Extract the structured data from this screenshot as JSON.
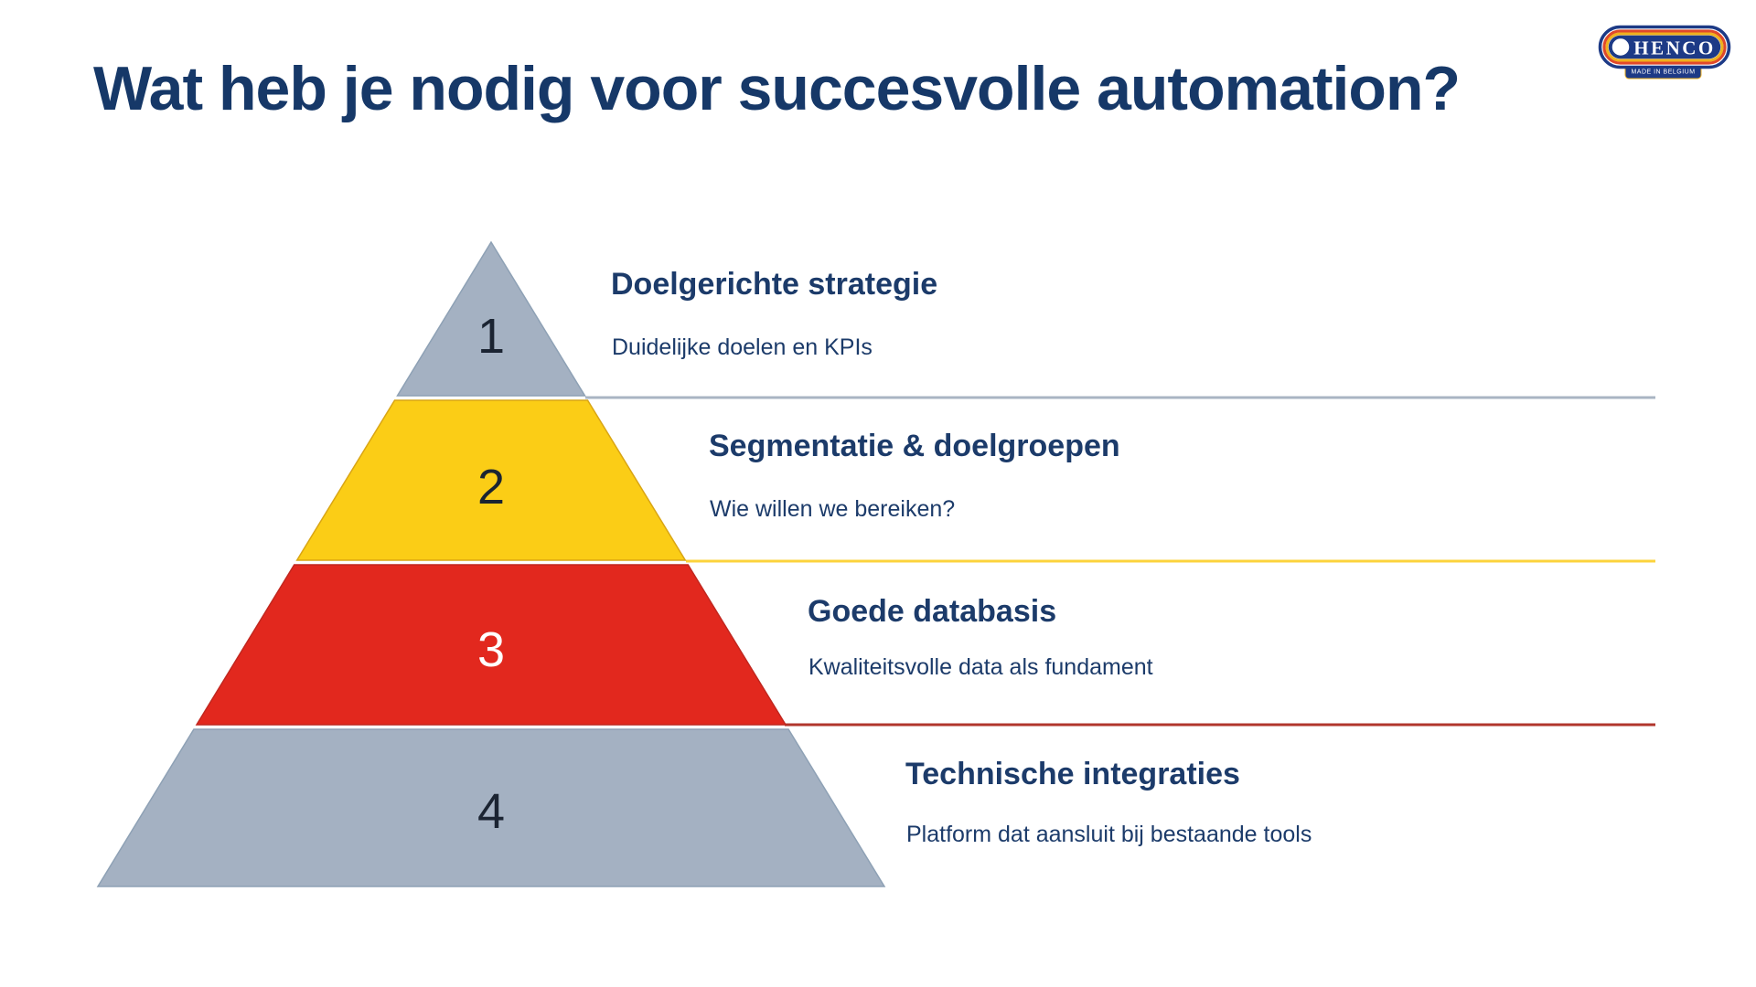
{
  "slide": {
    "title": "Wat heb je nodig voor succesvolle automation?"
  },
  "logo": {
    "brand": "HENCO",
    "tagline": "MADE IN BELGIUM",
    "navy": "#1d3a86",
    "ring_orange": "#e0492b",
    "ring_yellow": "#efb11d"
  },
  "pyramid": {
    "levels": [
      {
        "number": "1",
        "heading": "Doelgerichte strategie",
        "subtext": "Duidelijke doelen en KPIs",
        "fill": "#a4b1c2",
        "line_color": "#a9b5c3"
      },
      {
        "number": "2",
        "heading": "Segmentatie & doelgroepen",
        "subtext": "Wie willen we bereiken?",
        "fill": "#fbcd16",
        "line_color": "#fcd33c"
      },
      {
        "number": "3",
        "heading": "Goede databasis",
        "subtext": "Kwaliteitsvolle data als fundament",
        "fill": "#e2281e",
        "line_color": "#b1362c"
      },
      {
        "number": "4",
        "heading": "Technische integraties",
        "subtext": "Platform dat aansluit bij bestaande tools",
        "fill": "#a4b1c2",
        "line_color": ""
      }
    ]
  }
}
